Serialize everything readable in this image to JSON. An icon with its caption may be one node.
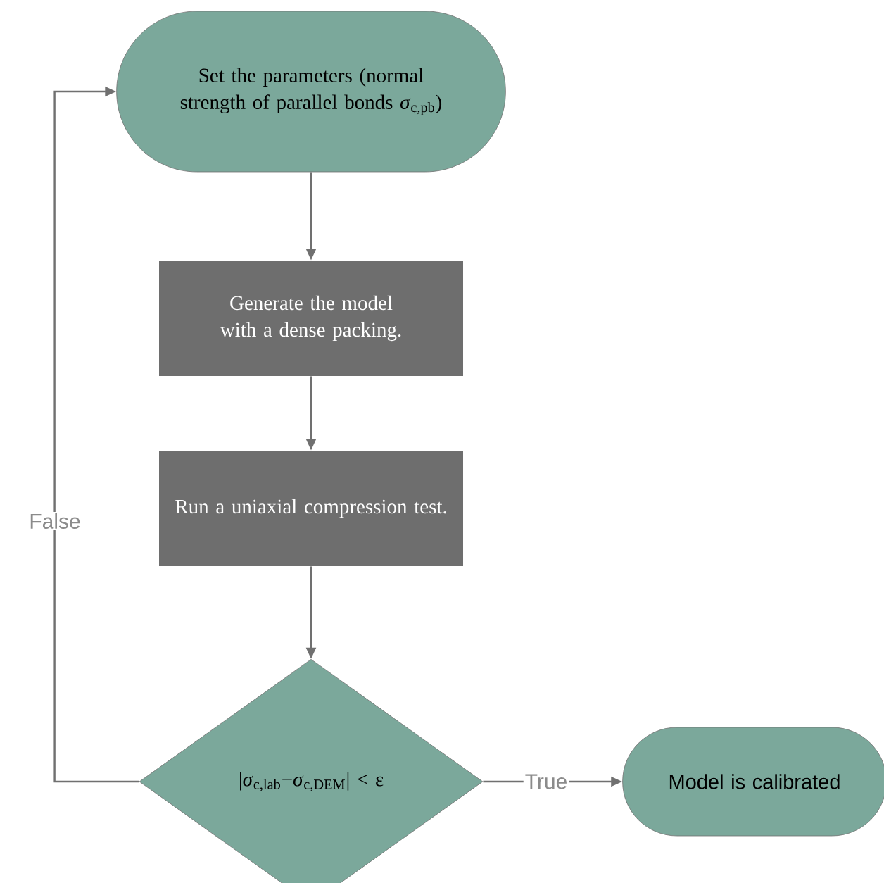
{
  "diagram": {
    "nodes": [
      {
        "text": [
          "Set the parameters (normal strength of parallel bonds *σ*$_{c,pb}$)"
        ]
      },
      {
        "text": [
          "Generate the model with a dense packing."
        ]
      },
      {
        "text": [
          "Run a uniaxial compression test."
        ]
      },
      {
        "text": [
          "|*σ*$_{c,lab}$−*σ*$_{c,DEM}$| < ε"
        ]
      },
      {
        "text": [
          "Model is calibrated"
        ]
      }
    ],
    "edges": [
      {
        "from": 0,
        "to": 1,
        "arrow": "to"
      },
      {
        "from": 1,
        "to": 2,
        "arrow": "to"
      },
      {
        "from": 2,
        "to": 3,
        "arrow": "to"
      },
      {
        "from": 3,
        "to": 0,
        "arrow": "to",
        "label": "False"
      },
      {
        "from": 3,
        "to": 4,
        "arrow": "to",
        "label": "True"
      }
    ]
  }
}
